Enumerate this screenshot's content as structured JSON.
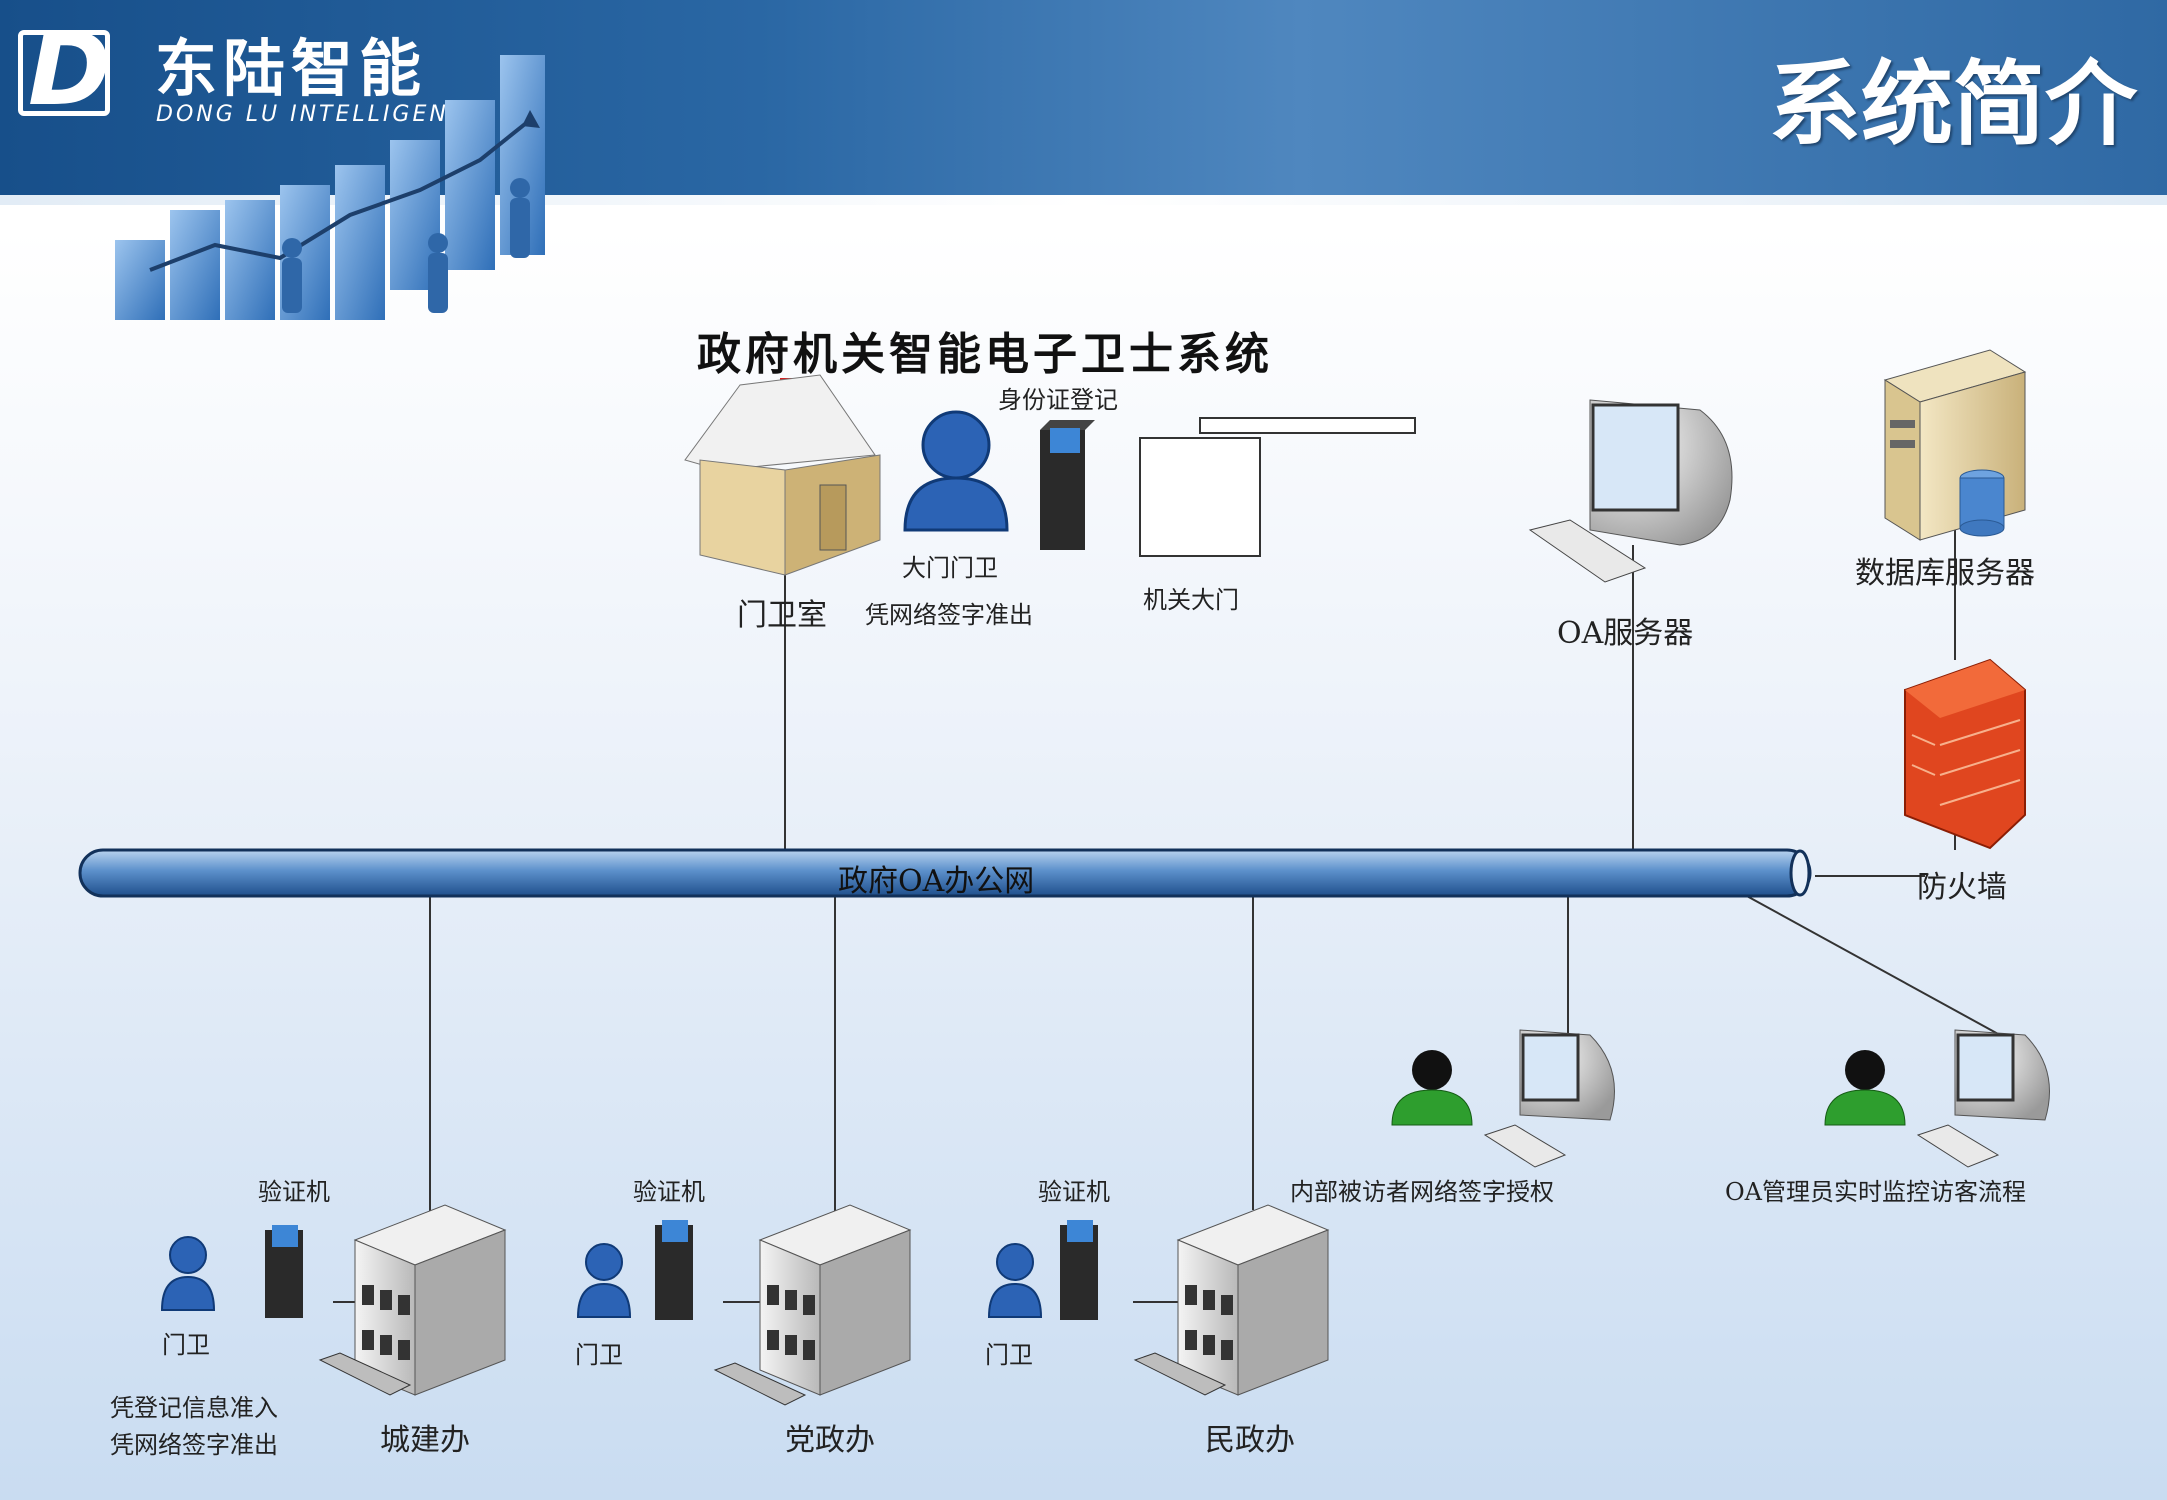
{
  "header": {
    "logo_letter": "D",
    "brand_cn": "东陆智能",
    "brand_en": "DONG LU INTELLIGENT",
    "page_title": "系统简介"
  },
  "diagram": {
    "title": "政府机关智能电子卫士系统",
    "bus_label": "政府OA办公网",
    "nodes": {
      "guard_room": "门卫室",
      "gate_guard": "大门门卫",
      "gate_guard_note": "凭网络签字准出",
      "id_register": "身份证登记",
      "main_gate": "机关大门",
      "oa_server": "OA服务器",
      "db_server": "数据库服务器",
      "firewall": "防火墙",
      "visitee": "内部被访者网络签字授权",
      "oa_admin": "OA管理员实时监控访客流程"
    },
    "offices": [
      {
        "name": "城建办",
        "verifier": "验证机",
        "guard": "门卫",
        "note1": "凭登记信息准入",
        "note2": "凭网络签字准出"
      },
      {
        "name": "党政办",
        "verifier": "验证机",
        "guard": "门卫"
      },
      {
        "name": "民政办",
        "verifier": "验证机",
        "guard": "门卫"
      }
    ]
  },
  "colors": {
    "header_blue": "#2a67a4",
    "bus_blue": "#5a8fc9",
    "firewall_red": "#e0461f",
    "person_blue": "#2c63b5",
    "person_green": "#2e9e2e"
  }
}
